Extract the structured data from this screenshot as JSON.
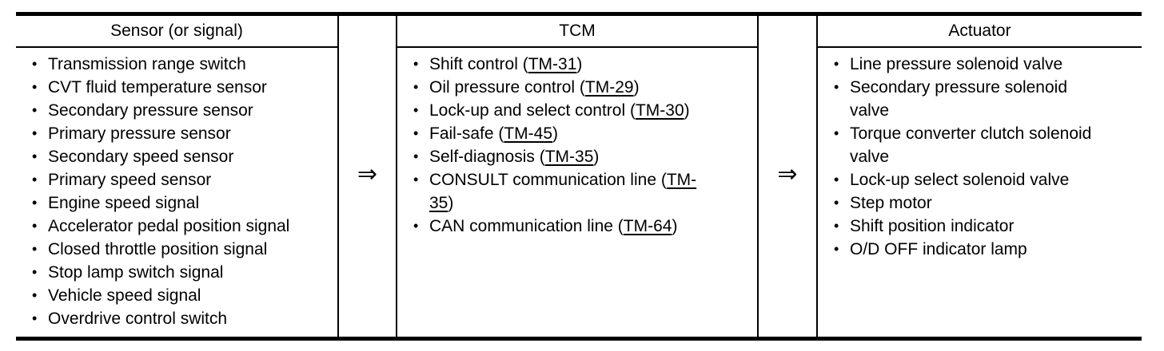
{
  "bullet": "•",
  "arrow": "⇒",
  "columns": {
    "sensor": {
      "title": "Sensor (or signal)",
      "items": [
        "Transmission range switch",
        "CVT fluid temperature sensor",
        "Secondary pressure sensor",
        "Primary pressure sensor",
        "Secondary speed sensor",
        "Primary speed sensor",
        "Engine speed signal",
        "Accelerator pedal position signal",
        "Closed throttle position signal",
        "Stop lamp switch signal",
        "Vehicle speed signal",
        "Overdrive control switch"
      ]
    },
    "tcm": {
      "title": "TCM",
      "items": [
        {
          "pre": "Shift control (",
          "link": "TM-31",
          "post": ")"
        },
        {
          "pre": "Oil pressure control (",
          "link": "TM-29",
          "post": ")"
        },
        {
          "pre": "Lock-up and select control (",
          "link": "TM-30",
          "post": ")"
        },
        {
          "pre": "Fail-safe (",
          "link": "TM-45",
          "post": ")"
        },
        {
          "pre": "Self-diagnosis (",
          "link": "TM-35",
          "post": ")"
        },
        {
          "pre": "CONSULT communication line (",
          "link": "TM-\n35",
          "post": ")"
        },
        {
          "pre": "CAN communication line (",
          "link": "TM-64",
          "post": ")"
        }
      ]
    },
    "actuator": {
      "title": "Actuator",
      "items": [
        "Line pressure solenoid valve",
        "Secondary pressure solenoid\nvalve",
        "Torque converter clutch solenoid\nvalve",
        "Lock-up select solenoid valve",
        "Step motor",
        "Shift position indicator",
        "O/D OFF indicator lamp"
      ]
    }
  }
}
